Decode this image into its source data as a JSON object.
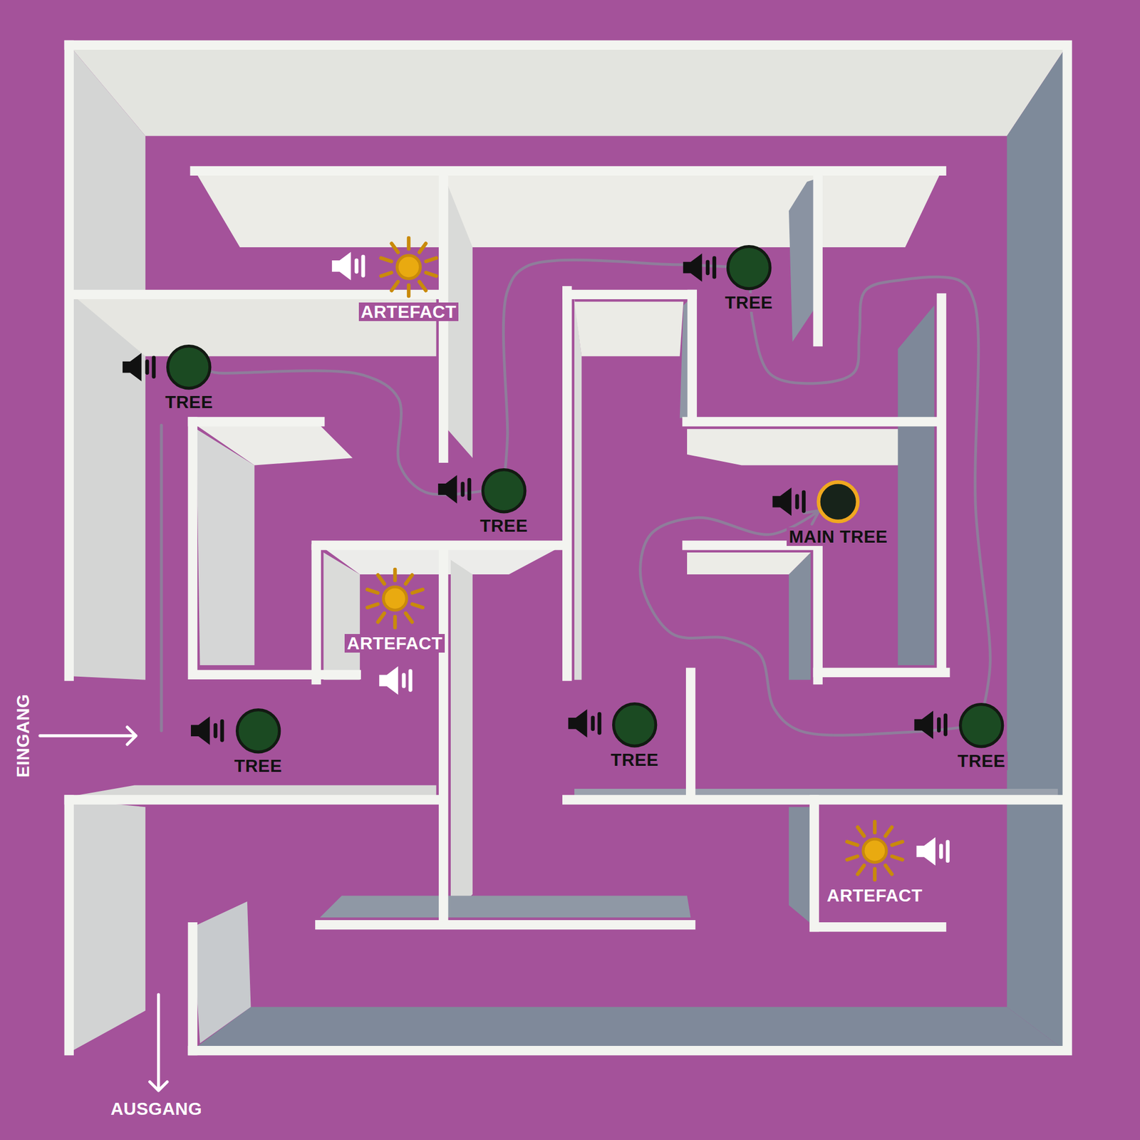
{
  "diagram": {
    "nodes": [
      {
        "text": [
          "ARTEFACT"
        ]
      },
      {
        "text": [
          "TREE"
        ]
      },
      {
        "text": [
          "TREE"
        ]
      },
      {
        "text": [
          "TREE"
        ]
      },
      {
        "text": [
          "MAIN TREE"
        ]
      },
      {
        "text": [
          "ARTEFACT"
        ]
      },
      {
        "text": [
          "TREE"
        ]
      },
      {
        "text": [
          "TREE"
        ]
      },
      {
        "text": [
          "TREE"
        ]
      },
      {
        "text": [
          "ARTEFACT"
        ]
      }
    ],
    "edges": [
      {
        "from": 2,
        "to": 3,
        "arrow": "none"
      },
      {
        "from": 3,
        "to": 1,
        "arrow": "none"
      },
      {
        "from": 1,
        "to": 8,
        "arrow": "none"
      },
      {
        "from": 8,
        "to": 4,
        "arrow": "to"
      }
    ],
    "labels": [
      "EINGANG",
      "AUSGANG"
    ]
  }
}
